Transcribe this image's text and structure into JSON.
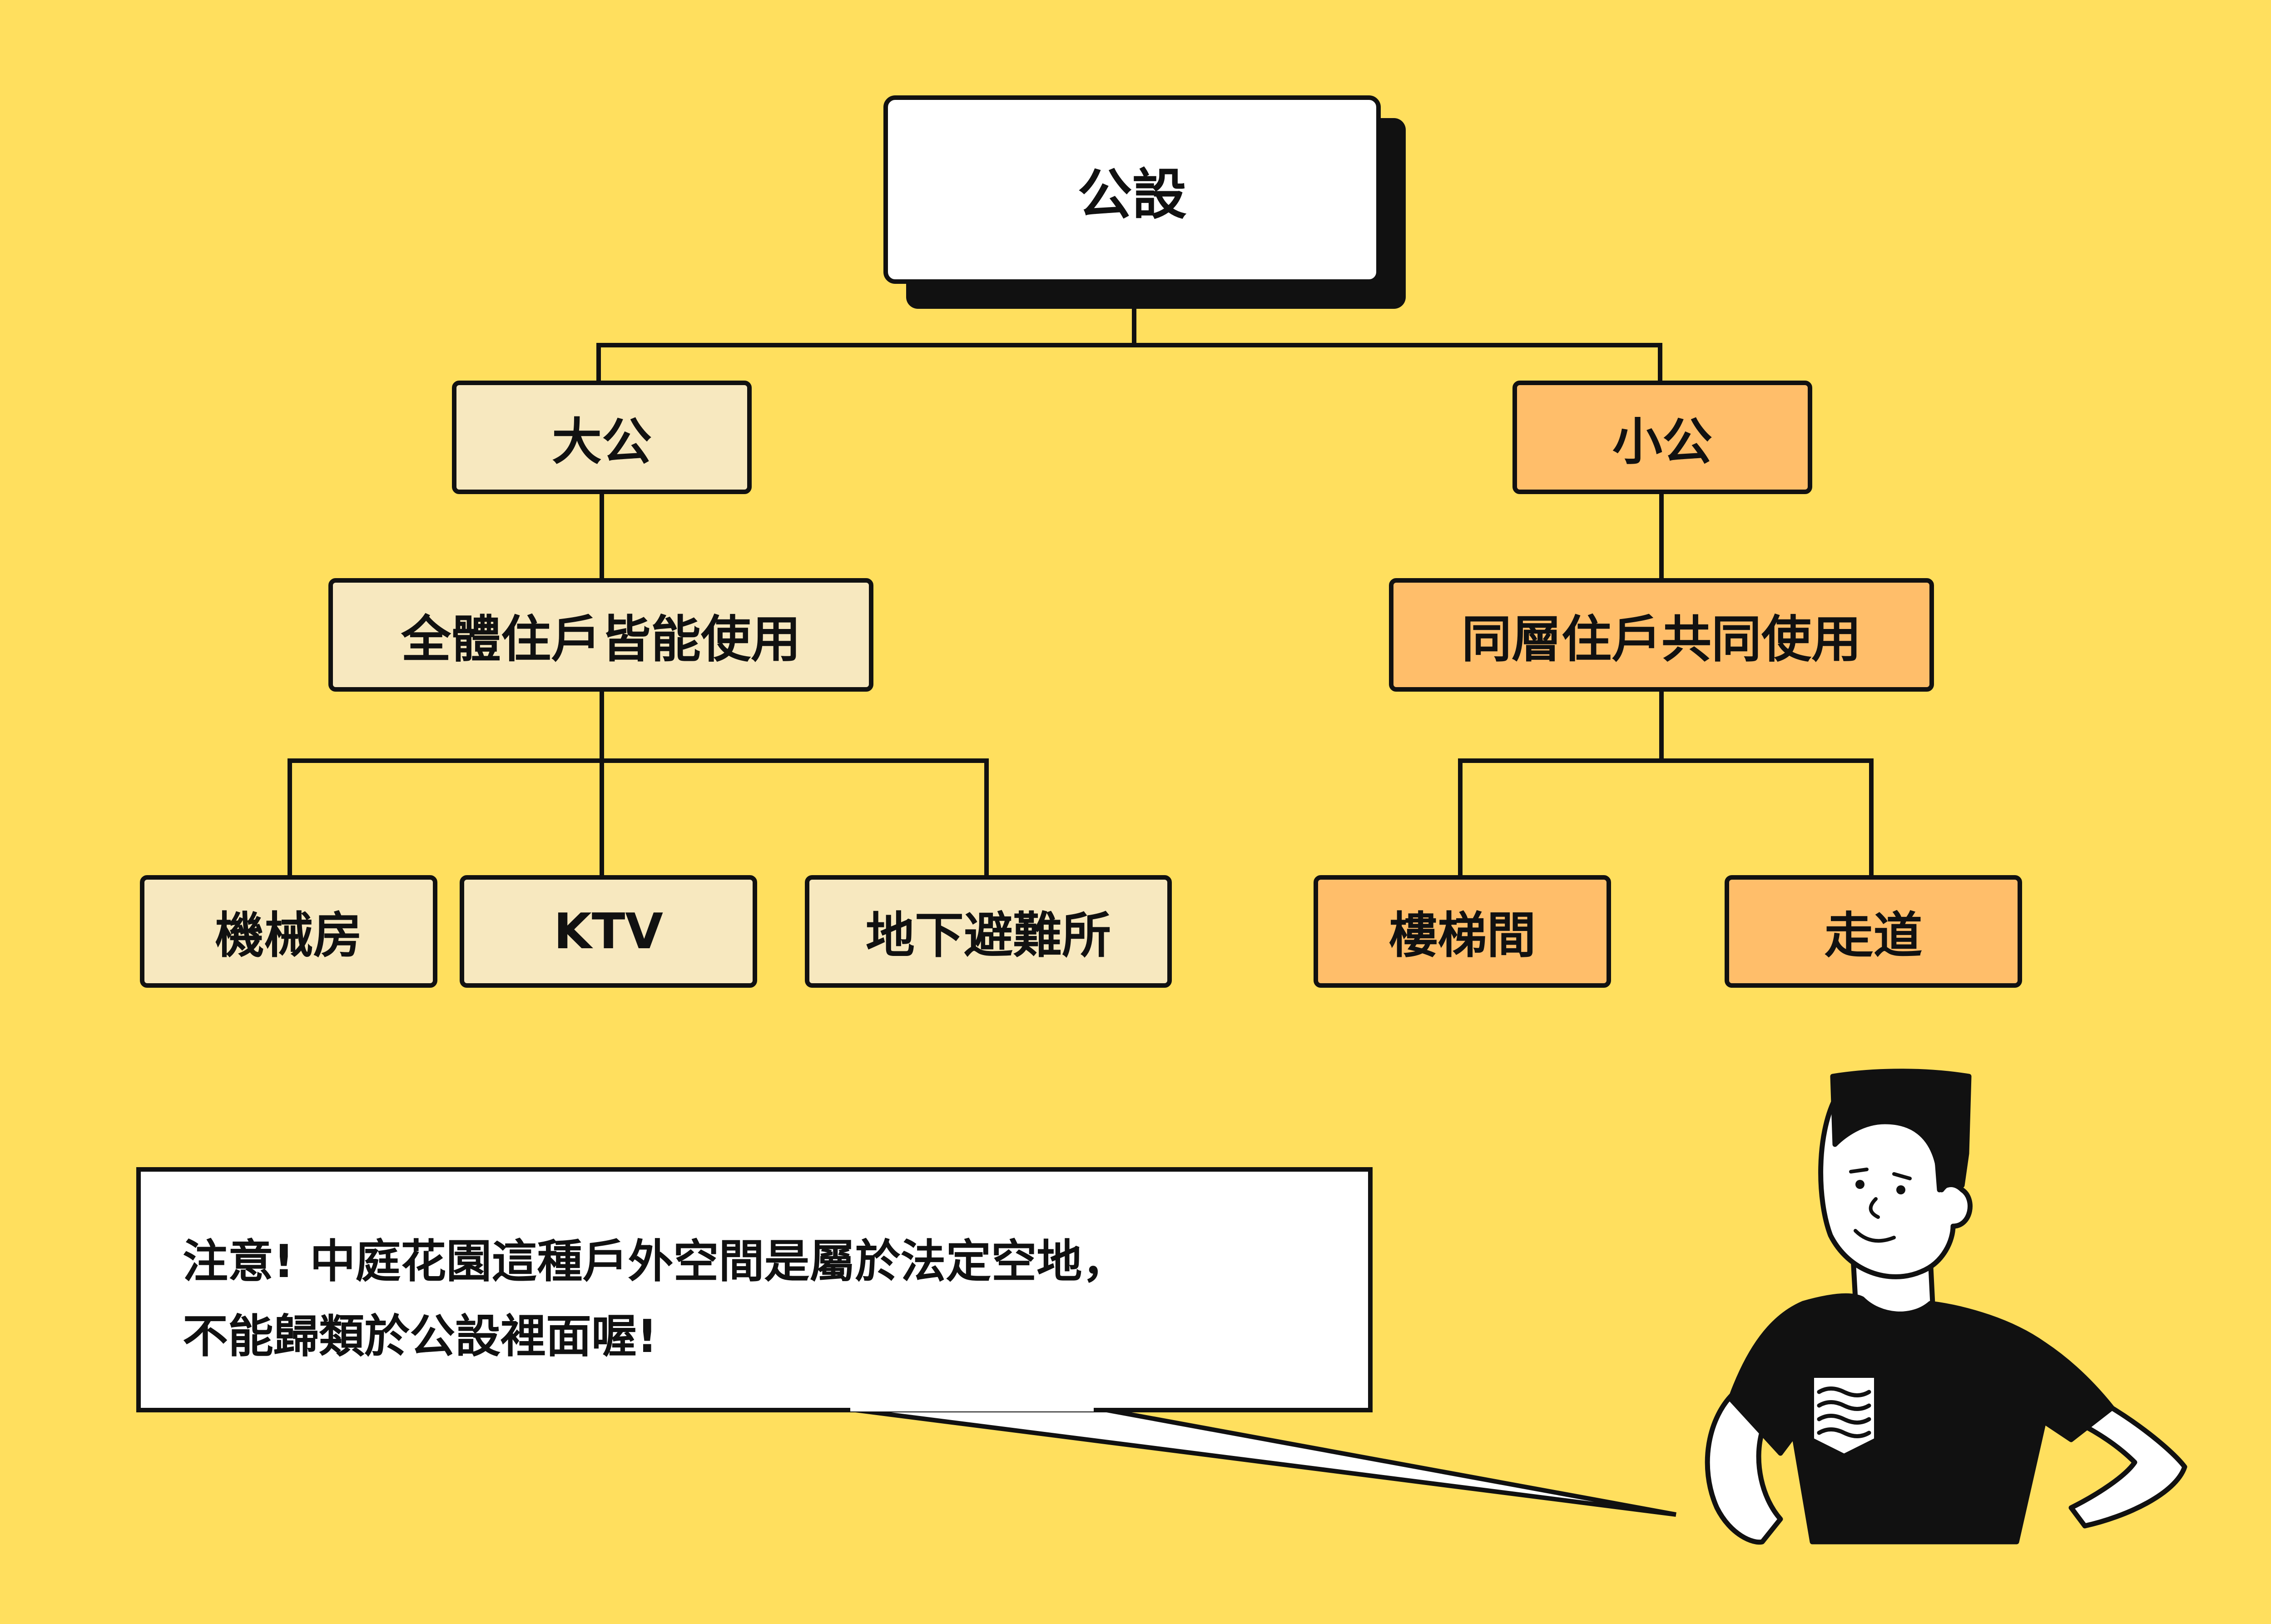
{
  "root": {
    "label": "公設"
  },
  "branches": [
    {
      "label": "大公",
      "description": "全體住戶皆能使用",
      "items": [
        "機械房",
        "KTV",
        "地下避難所"
      ]
    },
    {
      "label": "小公",
      "description": "同層住戶共同使用",
      "items": [
        "樓梯間",
        "走道"
      ]
    }
  ],
  "note": {
    "line1": "注意! 中庭花園這種戶外空間是屬於法定空地，",
    "line2": "不能歸類於公設裡面喔!"
  },
  "colors": {
    "background": "#FFDF5E",
    "public_major": "#F7E8BF",
    "public_minor": "#FFBE6A",
    "outline": "#111111"
  }
}
